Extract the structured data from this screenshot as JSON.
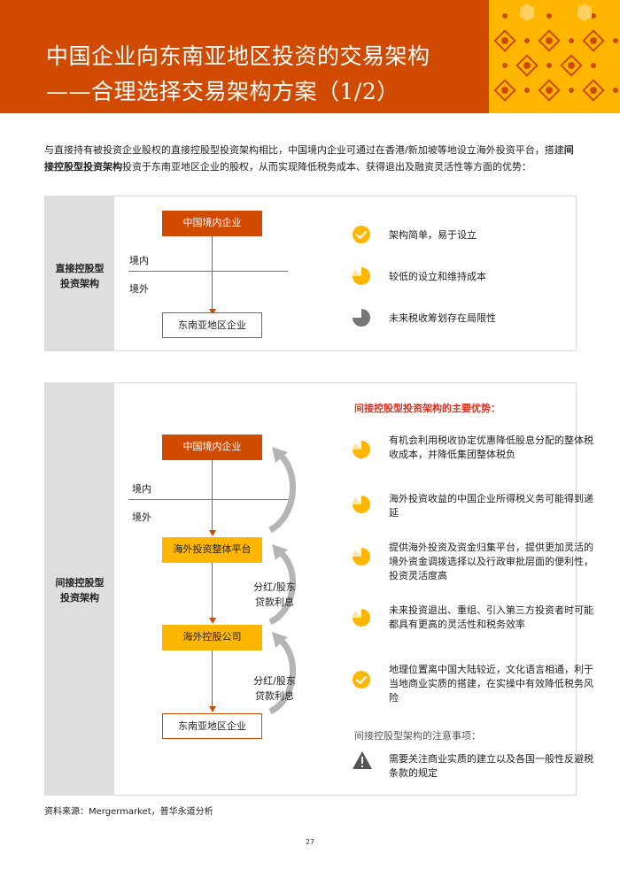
{
  "header": {
    "title_line1": "中国企业向东南亚地区投资的交易架构",
    "title_line2": "——合理选择交易架构方案（1/2）",
    "accent_color": "#d04a02",
    "pattern_color": "#ffb600"
  },
  "intro": {
    "part1": "与直接持有被投资企业股权的直接控股型投资架构相比，中国境内企业可通过在香港/新加坡等地设立海外投资平台，搭建",
    "bold": "间接控股型投资架构",
    "part2": "投资于东南亚地区企业的股权，从而实现降低税务成本、获得退出及融资灵活性等方面的优势："
  },
  "direct": {
    "side_label_1": "直接控股型",
    "side_label_2": "投资架构",
    "top_box": "中国境内企业",
    "bottom_box": "东南亚地区企业",
    "domestic": "境内",
    "overseas": "境外",
    "points": [
      {
        "icon": "check-icon",
        "text": "架构简单，易于设立"
      },
      {
        "icon": "half-pie-icon",
        "text": "较低的设立和维持成本"
      },
      {
        "icon": "half-pie-grey-icon",
        "text": "未来税收筹划存在局限性"
      }
    ]
  },
  "indirect": {
    "side_label_1": "间接控股型",
    "side_label_2": "投资架构",
    "box_top": "中国境内企业",
    "box_platform": "海外投资整体平台",
    "box_holding": "海外控股公司",
    "box_bottom": "东南亚地区企业",
    "domestic": "境内",
    "overseas": "境外",
    "flow_1_line1": "分红/股东",
    "flow_1_line2": "贷款利息",
    "flow_2_line1": "分红/股东",
    "flow_2_line2": "贷款利息",
    "advantages_heading": "间接控股型投资架构的主要优势：",
    "advantages": [
      {
        "icon": "half-pie-icon",
        "text": "有机会利用税收协定优惠降低股息分配的整体税收成本，并降低集团整体税负"
      },
      {
        "icon": "half-pie-icon",
        "text": "海外投资收益的中国企业所得税义务可能得到递延"
      },
      {
        "icon": "half-pie-icon",
        "text": "提供海外投资及资金归集平台，提供更加灵活的境外资金调拨选择以及行政审批层面的便利性，投资灵活度高"
      },
      {
        "icon": "half-pie-icon",
        "text": "未来投资退出、重组、引入第三方投资者时可能都具有更高的灵活性和税务效率"
      },
      {
        "icon": "check-icon",
        "text": "地理位置离中国大陆较近，文化语言相通，利于当地商业实质的搭建，在实操中有效降低税务风险"
      }
    ],
    "caution_heading": "间接控股型架构的注意事项：",
    "caution": {
      "icon": "warning-icon",
      "text": "需要关注商业实质的建立以及各国一般性反避税条款的规定"
    }
  },
  "source": "资料来源：Mergermarket，普华永道分析",
  "page_number": "27"
}
